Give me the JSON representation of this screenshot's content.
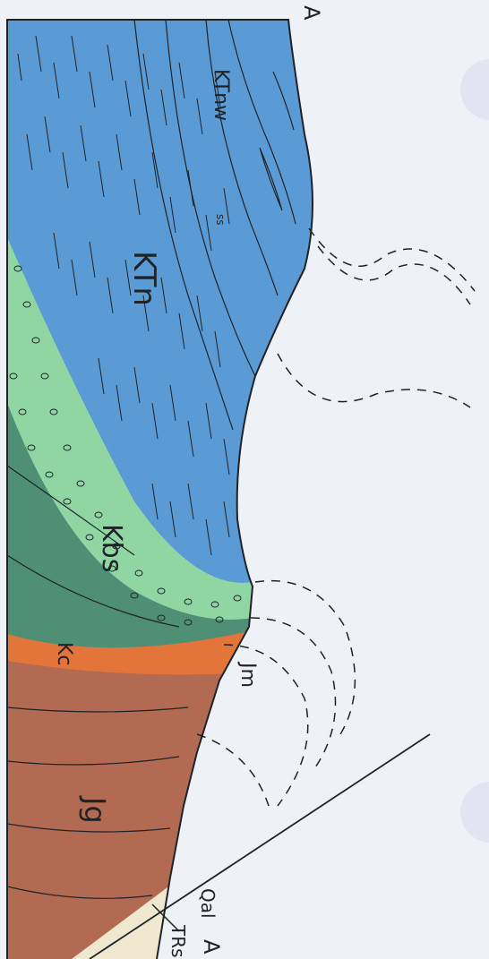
{
  "section": {
    "end_top": "A",
    "end_bottom": "A"
  },
  "units": [
    {
      "code": "KTnw",
      "color": "#5b9bd5",
      "name": "KTnw"
    },
    {
      "code": "KTn",
      "color": "#5b9bd5",
      "name": "KTn"
    },
    {
      "code": "Kbs",
      "color": "#8fd6a2",
      "name": "Kbs"
    },
    {
      "code": "Kc",
      "color": "#4f8f75",
      "name": "Kc"
    },
    {
      "code": "Jm",
      "color": "#e3743a",
      "name": "Jm"
    },
    {
      "code": "Jg",
      "color": "#b36a52",
      "name": "Jg"
    },
    {
      "code": "Qal",
      "color": "#e3df45",
      "name": "Qal"
    },
    {
      "code": "TRs?",
      "color": "#efe8cf",
      "name": "TRs?"
    }
  ],
  "annotations": {
    "ss": "ss"
  },
  "labels": {
    "ktnw": "KTnw",
    "ktn": "KTn",
    "kbs": "Kbs",
    "kc": "Kc",
    "jm": "Jm",
    "jg": "Jg",
    "qal": "Qal",
    "trs": "TRs?",
    "ss": "ss"
  }
}
